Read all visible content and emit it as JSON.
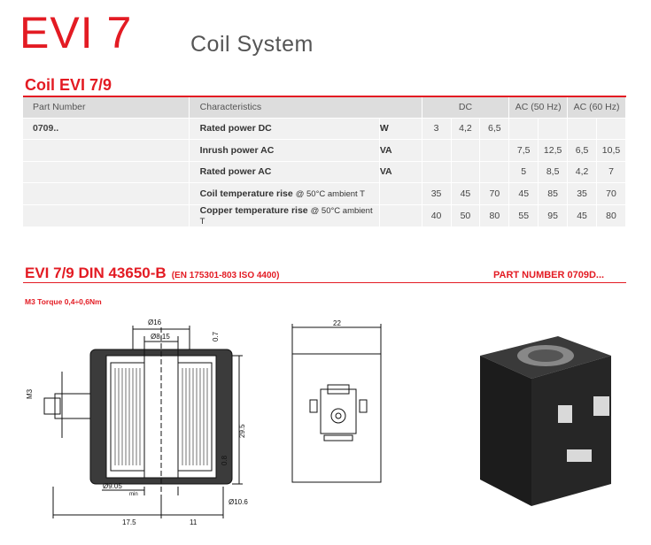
{
  "header": {
    "title": "EVI 7",
    "subtitle": "Coil System"
  },
  "coil": {
    "heading": "Coil EVI 7/9"
  },
  "table": {
    "headers": {
      "part": "Part Number",
      "characteristics": "Characteristics",
      "dc": "DC",
      "ac50": "AC (50 Hz)",
      "ac60": "AC (60 Hz)"
    },
    "part_number": "0709..",
    "rows": [
      {
        "name": "Rated power DC",
        "note": "",
        "unit": "W",
        "values": [
          "3",
          "4,2",
          "6,5",
          "",
          "",
          "",
          ""
        ]
      },
      {
        "name": "Inrush power AC",
        "note": "",
        "unit": "VA",
        "values": [
          "",
          "",
          "",
          "7,5",
          "12,5",
          "6,5",
          "10,5"
        ]
      },
      {
        "name": "Rated power AC",
        "note": "",
        "unit": "VA",
        "values": [
          "",
          "",
          "",
          "5",
          "8,5",
          "4,2",
          "7"
        ]
      },
      {
        "name": "Coil temperature rise",
        "note": "@ 50°C ambient T",
        "unit": "",
        "values": [
          "35",
          "45",
          "70",
          "45",
          "85",
          "35",
          "70"
        ]
      },
      {
        "name": "Copper temperature rise",
        "note": "@ 50°C ambient T",
        "unit": "",
        "values": [
          "40",
          "50",
          "80",
          "55",
          "95",
          "45",
          "80"
        ]
      }
    ]
  },
  "section2": {
    "title": "EVI 7/9 DIN 43650-B",
    "standard": "(EN 175301-803 ISO 4400)",
    "part_number": "PART NUMBER 0709D...",
    "torque": "M3 Torque 0,4÷0,6Nm"
  },
  "drawing": {
    "d16": "Ø16",
    "d815": "Ø8.15",
    "d07": "0.7",
    "m3": "M3",
    "h295": "29.5",
    "d08": "0.8",
    "d905": "Ø9.05",
    "min": "min",
    "d106": "Ø10.6",
    "w175": "17.5",
    "w11": "11",
    "w22": "22"
  }
}
